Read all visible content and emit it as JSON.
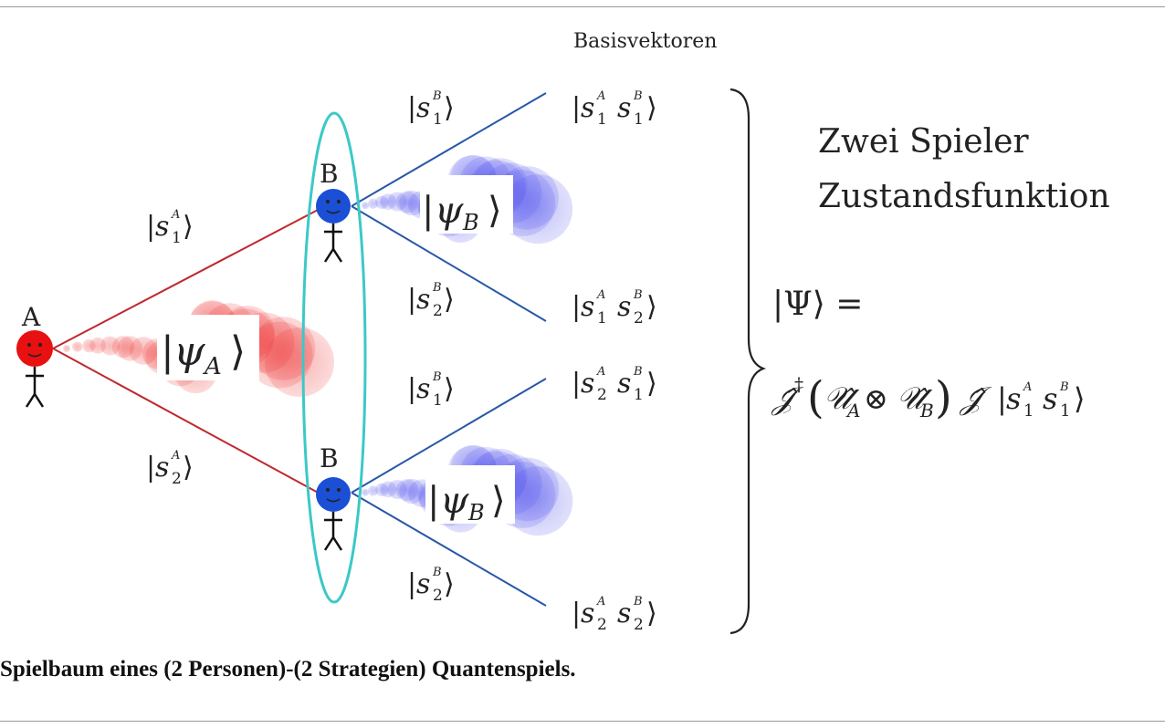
{
  "header": {
    "basis_title": "Basisvektoren"
  },
  "players": {
    "a_label": "A",
    "b_top_label": "B",
    "b_bottom_label": "B"
  },
  "colors": {
    "player_a": "#e81010",
    "player_b": "#1a4fd6",
    "edge_a": "#c0282d",
    "edge_b": "#2857a8",
    "ellipse": "#3cc8c8",
    "cloud_a": "#ee3333",
    "cloud_b": "#5555ee"
  },
  "edges": {
    "a_top": {
      "bar": "s",
      "sub": "1",
      "sup": "A"
    },
    "a_bottom": {
      "bar": "s",
      "sub": "2",
      "sup": "A"
    },
    "b_top_up": {
      "bar": "s",
      "sub": "1",
      "sup": "B"
    },
    "b_top_down": {
      "bar": "s",
      "sub": "2",
      "sup": "B"
    },
    "b_bottom_up": {
      "bar": "s",
      "sub": "1",
      "sup": "B"
    },
    "b_bottom_down": {
      "bar": "s",
      "sub": "2",
      "sup": "B"
    }
  },
  "states": {
    "psi_a": {
      "symbol": "ψ",
      "sub": "A"
    },
    "psi_b_top": {
      "symbol": "ψ",
      "sub": "B"
    },
    "psi_b_bottom": {
      "symbol": "ψ",
      "sub": "B"
    }
  },
  "basis": [
    {
      "s1": "s",
      "i1": "1",
      "p1": "A",
      "s2": "s",
      "i2": "1",
      "p2": "B"
    },
    {
      "s1": "s",
      "i1": "1",
      "p1": "A",
      "s2": "s",
      "i2": "2",
      "p2": "B"
    },
    {
      "s1": "s",
      "i1": "2",
      "p1": "A",
      "s2": "s",
      "i2": "1",
      "p2": "B"
    },
    {
      "s1": "s",
      "i1": "2",
      "p1": "A",
      "s2": "s",
      "i2": "2",
      "p2": "B"
    }
  ],
  "right": {
    "line1": "Zwei Spieler",
    "line2": "Zustandsfunktion",
    "psi_lhs": "|Ψ⟩ =",
    "formula": {
      "j_dag": "𝒥̂",
      "dagger": "†",
      "u_a": "𝒰̂",
      "sub_a": "A",
      "otimes": "⊗",
      "u_b": "𝒰̂",
      "sub_b": "B",
      "j": "𝒥̂",
      "ket_s1": "s",
      "ket_i1": "1",
      "ket_p1": "A",
      "ket_s2": "s",
      "ket_i2": "1",
      "ket_p2": "B"
    }
  },
  "caption": "Spielbaum eines (2 Personen)-(2 Strategien) Quantenspiels."
}
